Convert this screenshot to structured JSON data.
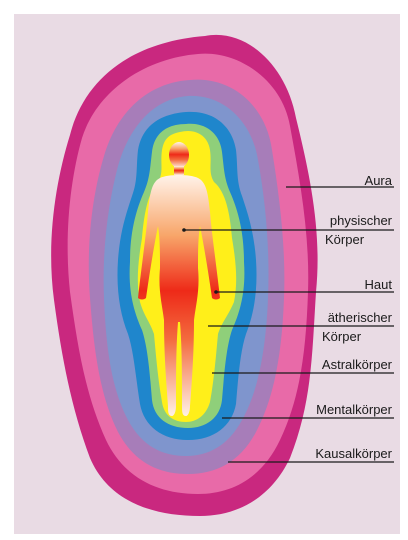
{
  "labels": {
    "aura": "Aura",
    "physical_1": "physischer",
    "physical_2": "Körper",
    "skin": "Haut",
    "etheric_1": "ätherischer",
    "etheric_2": "Körper",
    "astral": "Astralkörper",
    "mental": "Mentalkörper",
    "causal": "Kausalkörper"
  },
  "colors": {
    "background": "#e9dbe4",
    "aura_outer": "#c9287f",
    "aura_pink": "#e86aa8",
    "causal_layer": "#a77db9",
    "mental_layer": "#7f95cd",
    "astral_layer": "#1f86cc",
    "etheric_green": "#8fcf7a",
    "skin_yellow": "#ffef1a",
    "body_top": "#fff3ea",
    "body_mid": "#ee2a18",
    "body_bottom": "#fff1e6",
    "lines": "#1a1a1a"
  }
}
